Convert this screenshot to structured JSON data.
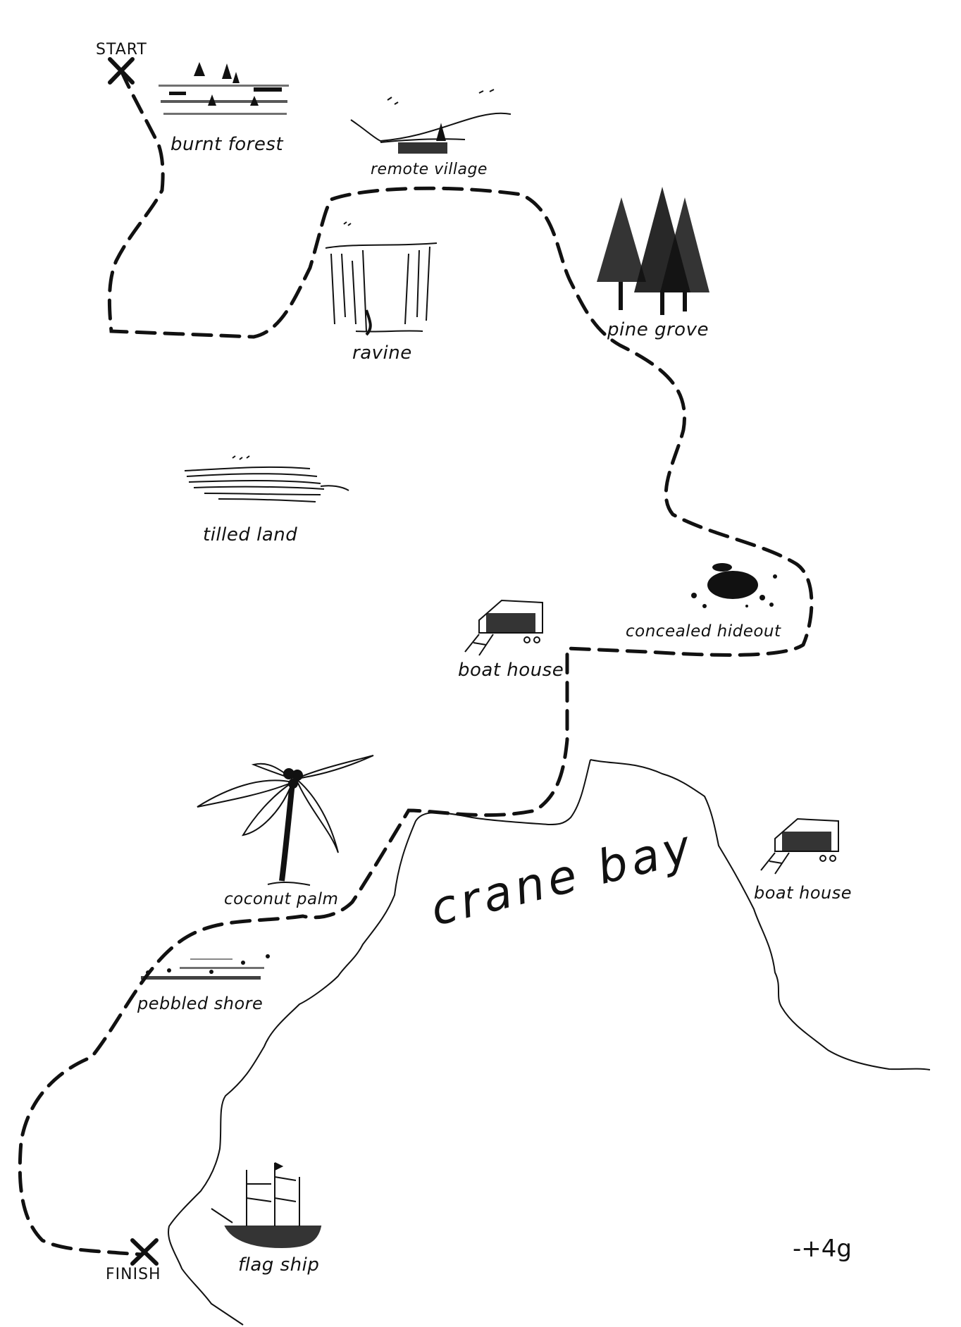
{
  "map": {
    "markers": {
      "start": "START",
      "finish": "FINISH"
    },
    "places": {
      "burnt_forest": "burnt forest",
      "remote_village": "remote village",
      "ravine": "ravine",
      "pine_grove": "pine grove",
      "tilled_land": "tilled land",
      "concealed_hideout": "concealed hideout",
      "boat_house_1": "boat house",
      "boat_house_2": "boat house",
      "coconut_palm": "coconut palm",
      "pebbled_shore": "pebbled shore",
      "flag_ship": "flag ship"
    },
    "water_body": "crane bay",
    "signature": "-+4g",
    "colors": {
      "ink": "#111111",
      "paper": "#ffffff"
    },
    "icons": [
      "x-mark-icon",
      "burnt-forest-icon",
      "village-icon",
      "ravine-icon",
      "pine-trees-icon",
      "tilled-land-icon",
      "hideout-icon",
      "boat-house-icon",
      "palm-tree-icon",
      "pebbled-shore-icon",
      "ship-icon"
    ]
  }
}
